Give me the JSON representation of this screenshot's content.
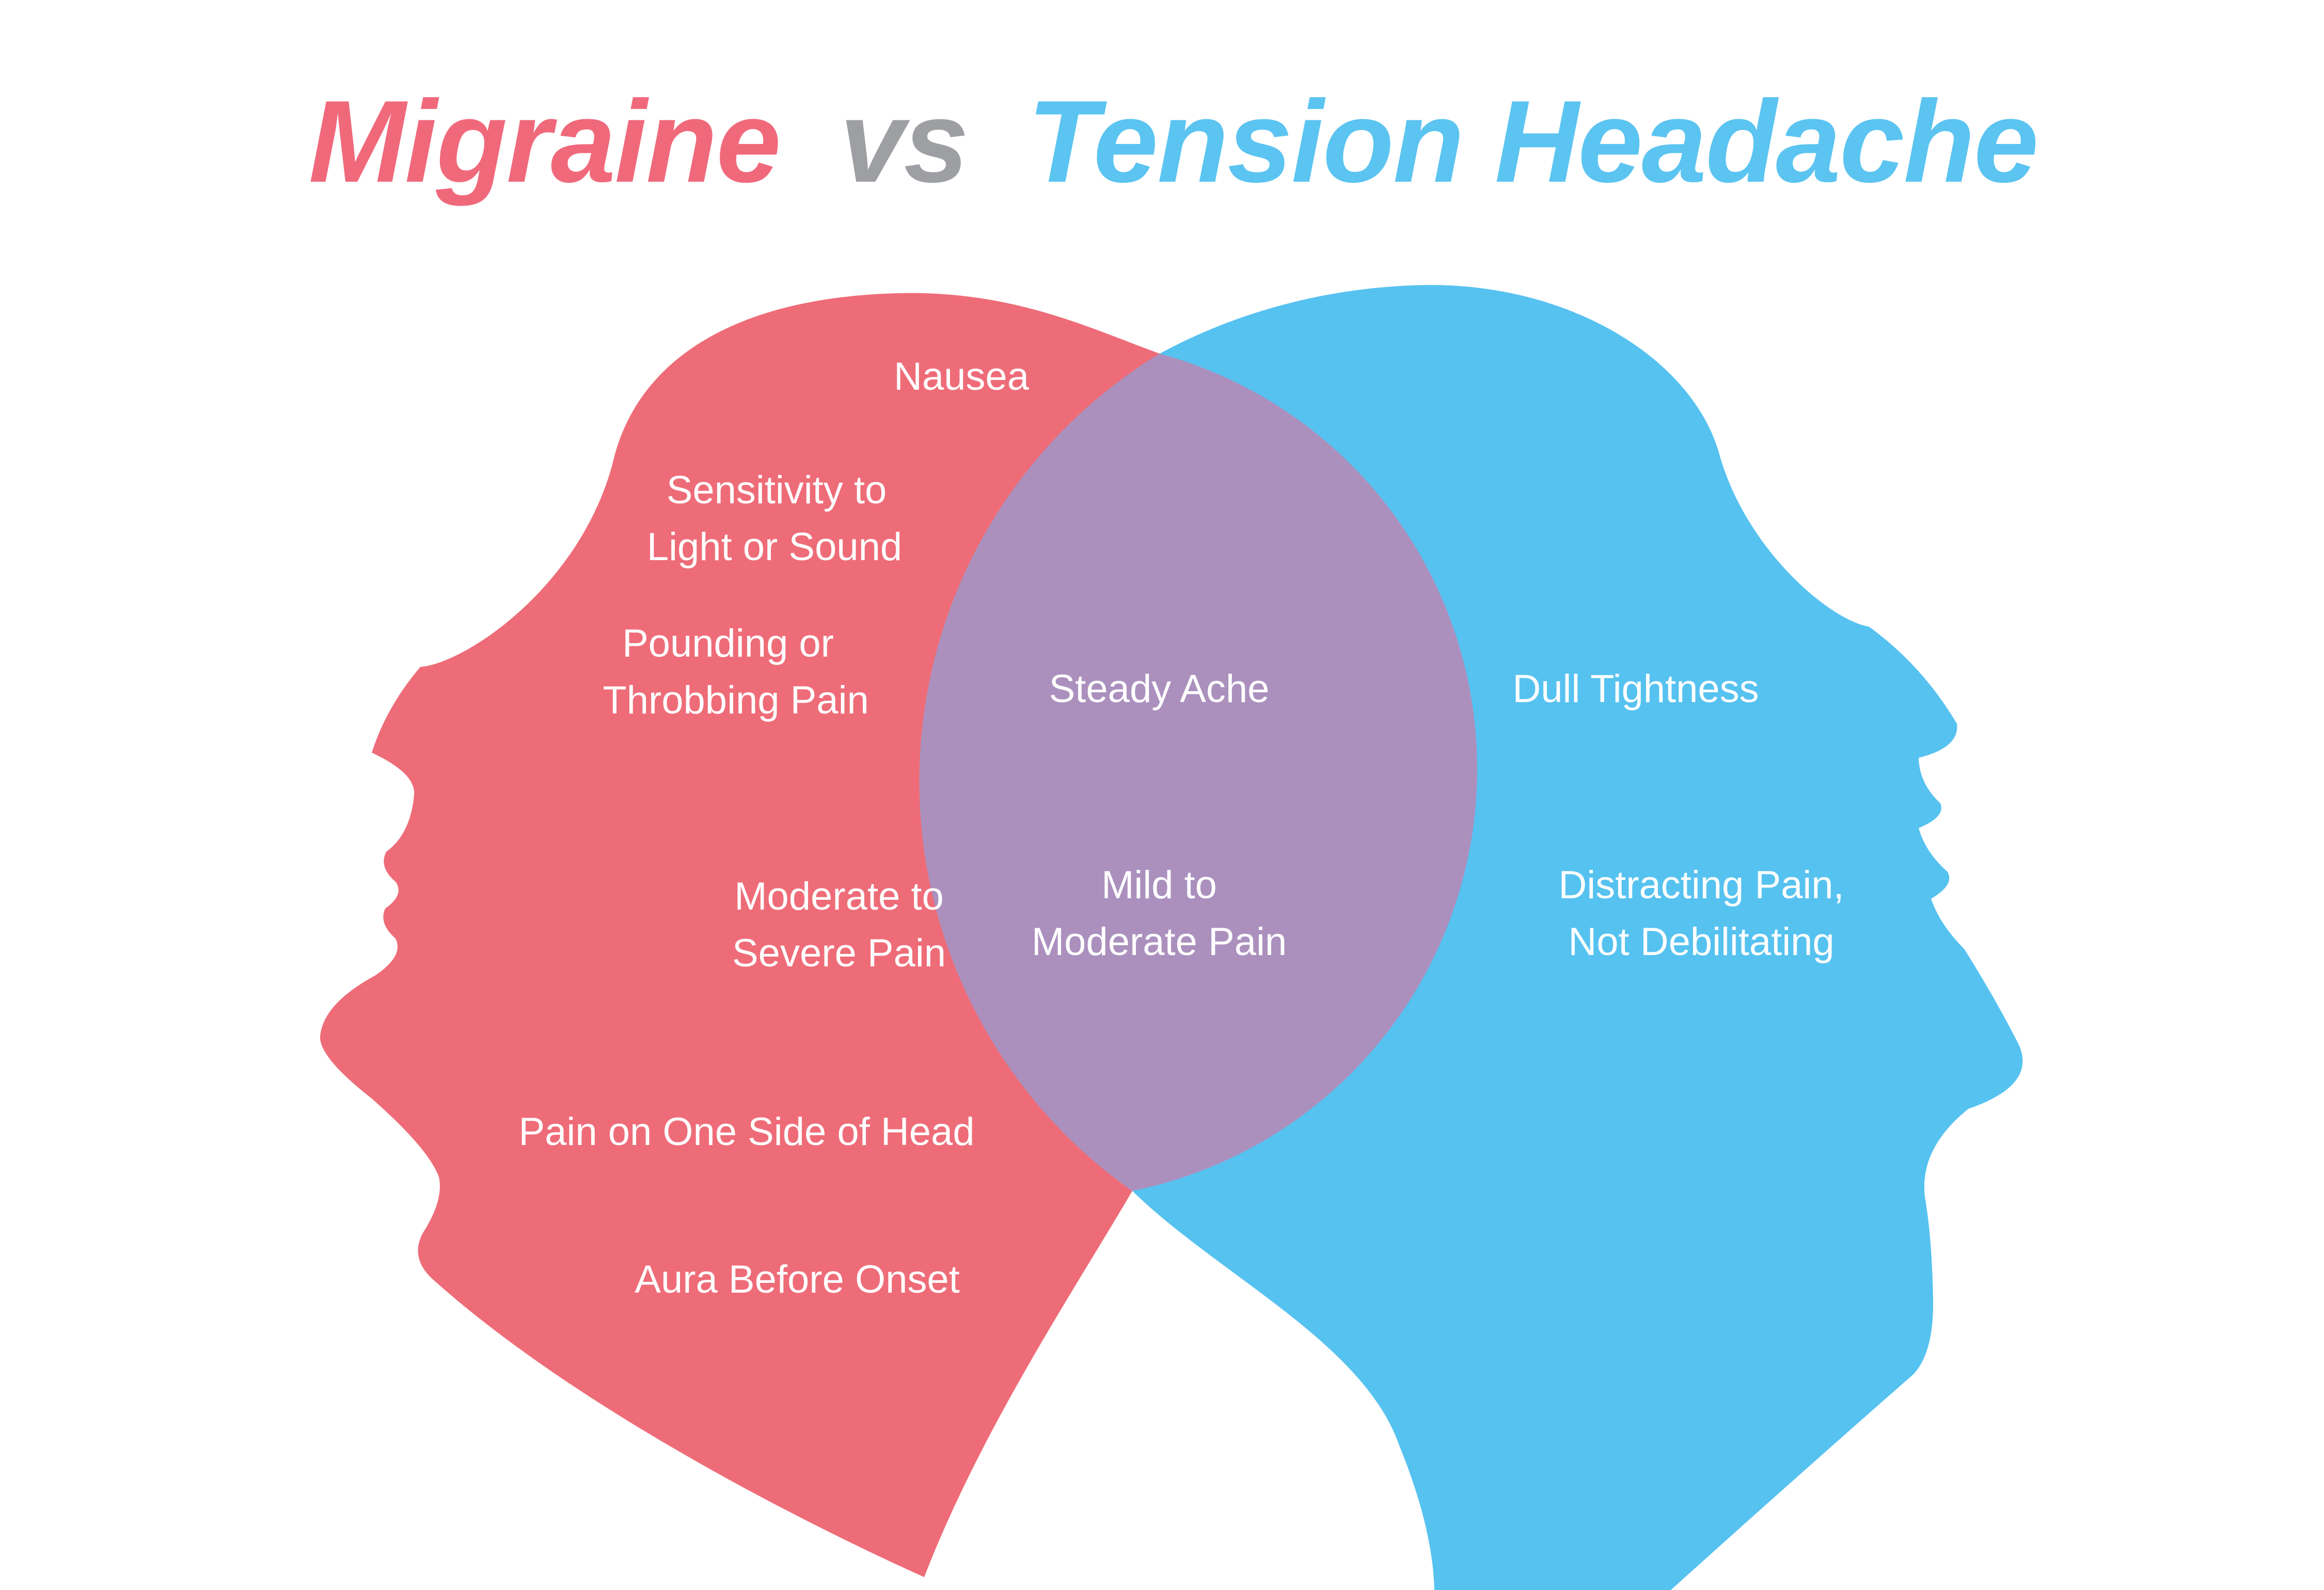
{
  "title": {
    "migraine": "Migraine",
    "vs": "vs",
    "tension": "Tension Headache"
  },
  "colors": {
    "migraine_pink": "#EE6C78",
    "tension_blue": "#56C2F0",
    "overlap_purple": "#AB90BE",
    "title_gray": "#9E9FA3",
    "title_pink": "#F0697B",
    "title_blue": "#5BC4F1",
    "label_white": "#FFFFFF",
    "background": "#FFFFFF"
  },
  "venn": {
    "migraine": {
      "side": "left",
      "items": [
        {
          "lines": [
            "Nausea"
          ]
        },
        {
          "lines": [
            "Sensitivity to",
            "Light or Sound"
          ]
        },
        {
          "lines": [
            "Pounding or",
            "Throbbing Pain"
          ]
        },
        {
          "lines": [
            "Moderate to",
            "Severe Pain"
          ]
        },
        {
          "lines": [
            "Pain on One Side of Head"
          ]
        },
        {
          "lines": [
            "Aura Before Onset"
          ]
        }
      ]
    },
    "overlap": {
      "items": [
        {
          "lines": [
            "Steady Ache"
          ]
        },
        {
          "lines": [
            "Mild to",
            "Moderate Pain"
          ]
        }
      ]
    },
    "tension": {
      "side": "right",
      "items": [
        {
          "lines": [
            "Dull Tightness"
          ]
        },
        {
          "lines": [
            "Distracting Pain,",
            "Not Debilitating"
          ]
        }
      ]
    }
  }
}
